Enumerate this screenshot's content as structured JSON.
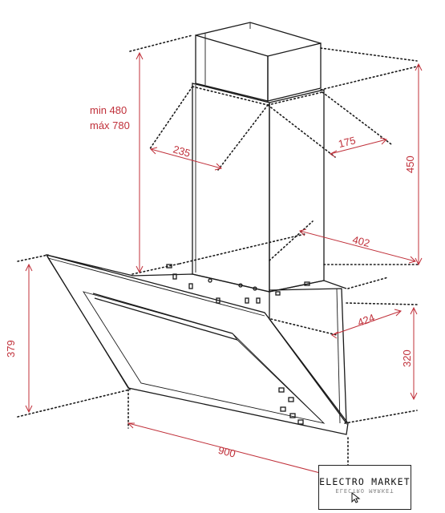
{
  "dimensions": {
    "chimney_range_min": "min 480",
    "chimney_range_max": "máx 780",
    "chimney_width": "235",
    "chimney_depth": "175",
    "chimney_height": "450",
    "body_depth": "402",
    "body_base_depth": "424",
    "body_height": "320",
    "glass_height": "379",
    "total_width": "900"
  },
  "logo": {
    "text": "ELECTRO MARKET",
    "mirror_text": "ELECTRO MARKET"
  },
  "colors": {
    "dimension": "#c0303a",
    "outline": "#1a1a1a"
  }
}
